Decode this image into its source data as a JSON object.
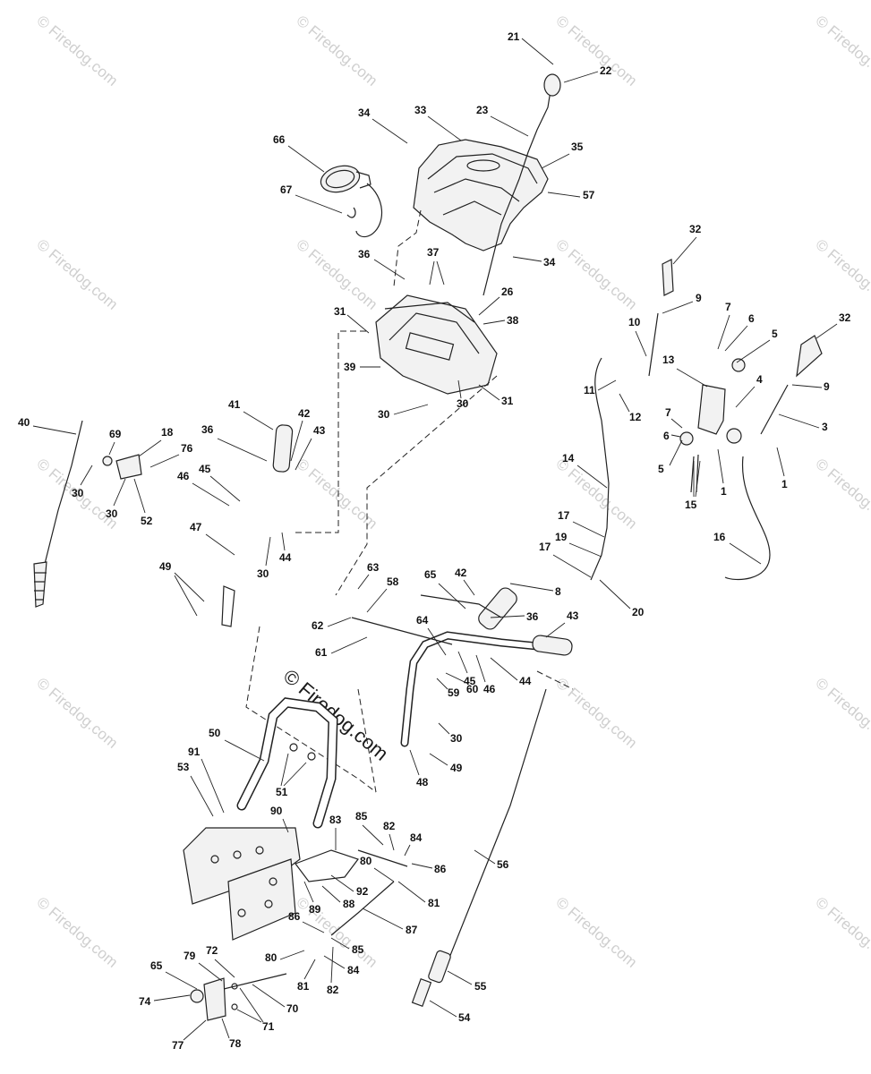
{
  "watermark": {
    "text": "© Firedog.com",
    "center_text": "© Firedog.com"
  },
  "callouts": [
    "21",
    "22",
    "23",
    "34",
    "33",
    "66",
    "67",
    "35",
    "57",
    "34",
    "36",
    "37",
    "26",
    "38",
    "31",
    "39",
    "30",
    "30",
    "31",
    "32",
    "9",
    "10",
    "7",
    "6",
    "5",
    "32",
    "9",
    "13",
    "4",
    "11",
    "12",
    "7",
    "3",
    "6",
    "5",
    "1",
    "1",
    "15",
    "14",
    "16",
    "17",
    "19",
    "17",
    "20",
    "40",
    "30",
    "69",
    "18",
    "76",
    "30",
    "52",
    "41",
    "42",
    "36",
    "43",
    "45",
    "46",
    "47",
    "30",
    "44",
    "49",
    "63",
    "58",
    "65",
    "42",
    "8",
    "36",
    "43",
    "62",
    "61",
    "64",
    "44",
    "45",
    "46",
    "59",
    "60",
    "30",
    "49",
    "48",
    "50",
    "91",
    "53",
    "51",
    "90",
    "83",
    "85",
    "82",
    "84",
    "86",
    "80",
    "92",
    "81",
    "88",
    "89",
    "87",
    "86",
    "85",
    "80",
    "84",
    "81",
    "82",
    "56",
    "55",
    "54",
    "65",
    "72",
    "79",
    "74",
    "70",
    "71",
    "77",
    "78"
  ],
  "icons": {
    "dash_panel": "dash-panel-icon",
    "headlight": "headlight-icon",
    "handle": "handle-icon",
    "cable": "cable-icon",
    "control_rod": "control-rod-icon"
  }
}
